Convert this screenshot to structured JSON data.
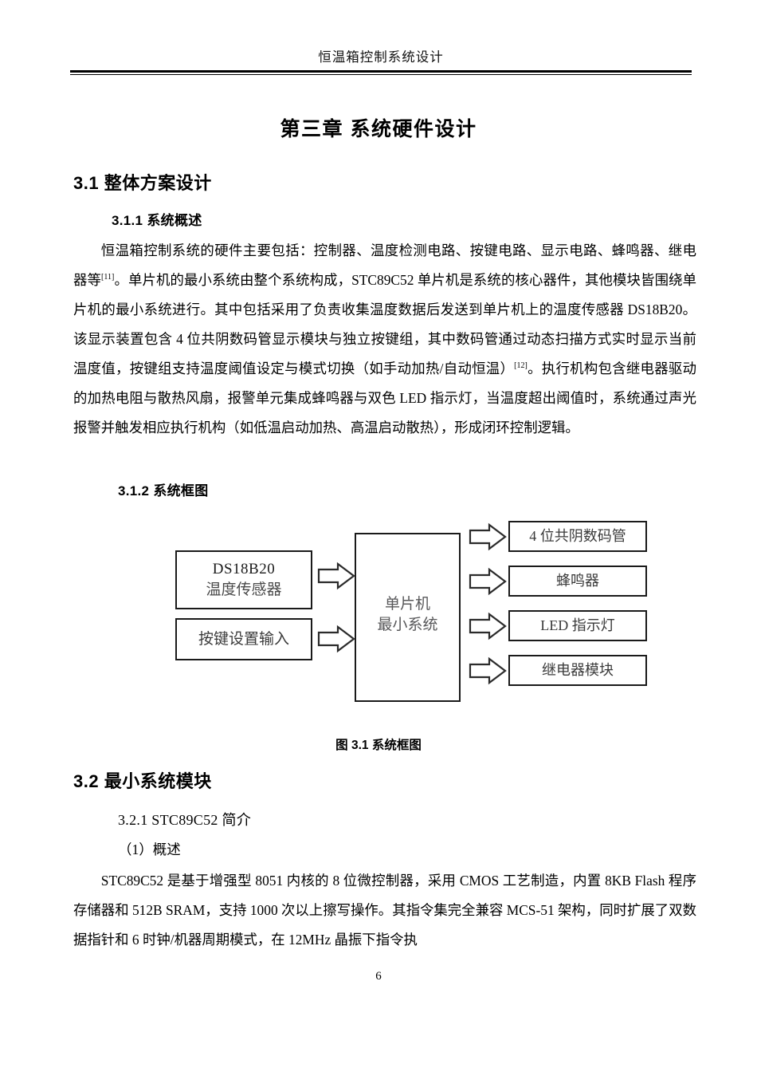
{
  "header": {
    "running_title": "恒温箱控制系统设计"
  },
  "chapter": {
    "title": "第三章 系统硬件设计"
  },
  "sections": {
    "s31_title": "3.1 整体方案设计",
    "s311_title": "3.1.1 系统概述",
    "s311_paragraph": "恒温箱控制系统的硬件主要包括：控制器、温度检测电路、按键电路、显示电路、蜂鸣器、继电器等[11]。单片机的最小系统由整个系统构成，STC89C52 单片机是系统的核心器件，其他模块皆围绕单片机的最小系统进行。其中包括采用了负责收集温度数据后发送到单片机上的温度传感器 DS18B20。该显示装置包含 4 位共阴数码管显示模块与独立按键组，其中数码管通过动态扫描方式实时显示当前温度值，按键组支持温度阈值设定与模式切换（如手动加热/自动恒温）[12]。执行机构包含继电器驱动的加热电阻与散热风扇，报警单元集成蜂鸣器与双色 LED 指示灯，当温度超出阈值时，系统通过声光报警并触发相应执行机构（如低温启动加热、高温启动散热），形成闭环控制逻辑。",
    "s311_paragraph_parts": {
      "p1": "恒温箱控制系统的硬件主要包括：控制器、温度检测电路、按键电路、显示电路、蜂鸣器、继电器等",
      "cite1": "[11]",
      "p2": "。单片机的最小系统由整个系统构成，STC89C52 单片机是系统的核心器件，其他模块皆围绕单片机的最小系统进行。其中包括采用了负责收集温度数据后发送到单片机上的温度传感器 DS18B20。该显示装置包含 4 位共阴数码管显示模块与独立按键组，其中数码管通过动态扫描方式实时显示当前温度值，按键组支持温度阈值设定与模式切换（如手动加热/自动恒温）",
      "cite2": "[12]",
      "p3": "。执行机构包含继电器驱动的加热电阻与散热风扇，报警单元集成蜂鸣器与双色 LED 指示灯，当温度超出阈值时，系统通过声光报警并触发相应执行机构（如低温启动加热、高温启动散热），形成闭环控制逻辑。"
    },
    "s312_title": "3.1.2 系统框图",
    "figure_caption": "图 3.1 系统框图",
    "s32_title": "3.2 最小系统模块",
    "s321_title": "3.2.1 STC89C52 简介",
    "item1_title": "（1）概述",
    "s321_paragraph": "STC89C52 是基于增强型 8051 内核的 8 位微控制器，采用 CMOS 工艺制造，内置 8KB Flash 程序存储器和 512B SRAM，支持 1000 次以上擦写操作。其指令集完全兼容 MCS-51 架构，同时扩展了双数据指针和 6 时钟/机器周期模式，在 12MHz 晶振下指令执"
  },
  "diagram": {
    "input_sensor_line1": "DS18B20",
    "input_sensor_line2": "温度传感器",
    "input_key": "按键设置输入",
    "controller_line1": "单片机",
    "controller_line2": "最小系统",
    "outputs": [
      "4 位共阴数码管",
      "蜂鸣器",
      "LED 指示灯",
      "继电器模块"
    ]
  },
  "footer": {
    "page_number": "6"
  },
  "colors": {
    "text": "#000000",
    "box_border": "#1a1a1a",
    "box_text": "#3a3a3a",
    "mcu_text": "#58585a",
    "background": "#ffffff"
  }
}
